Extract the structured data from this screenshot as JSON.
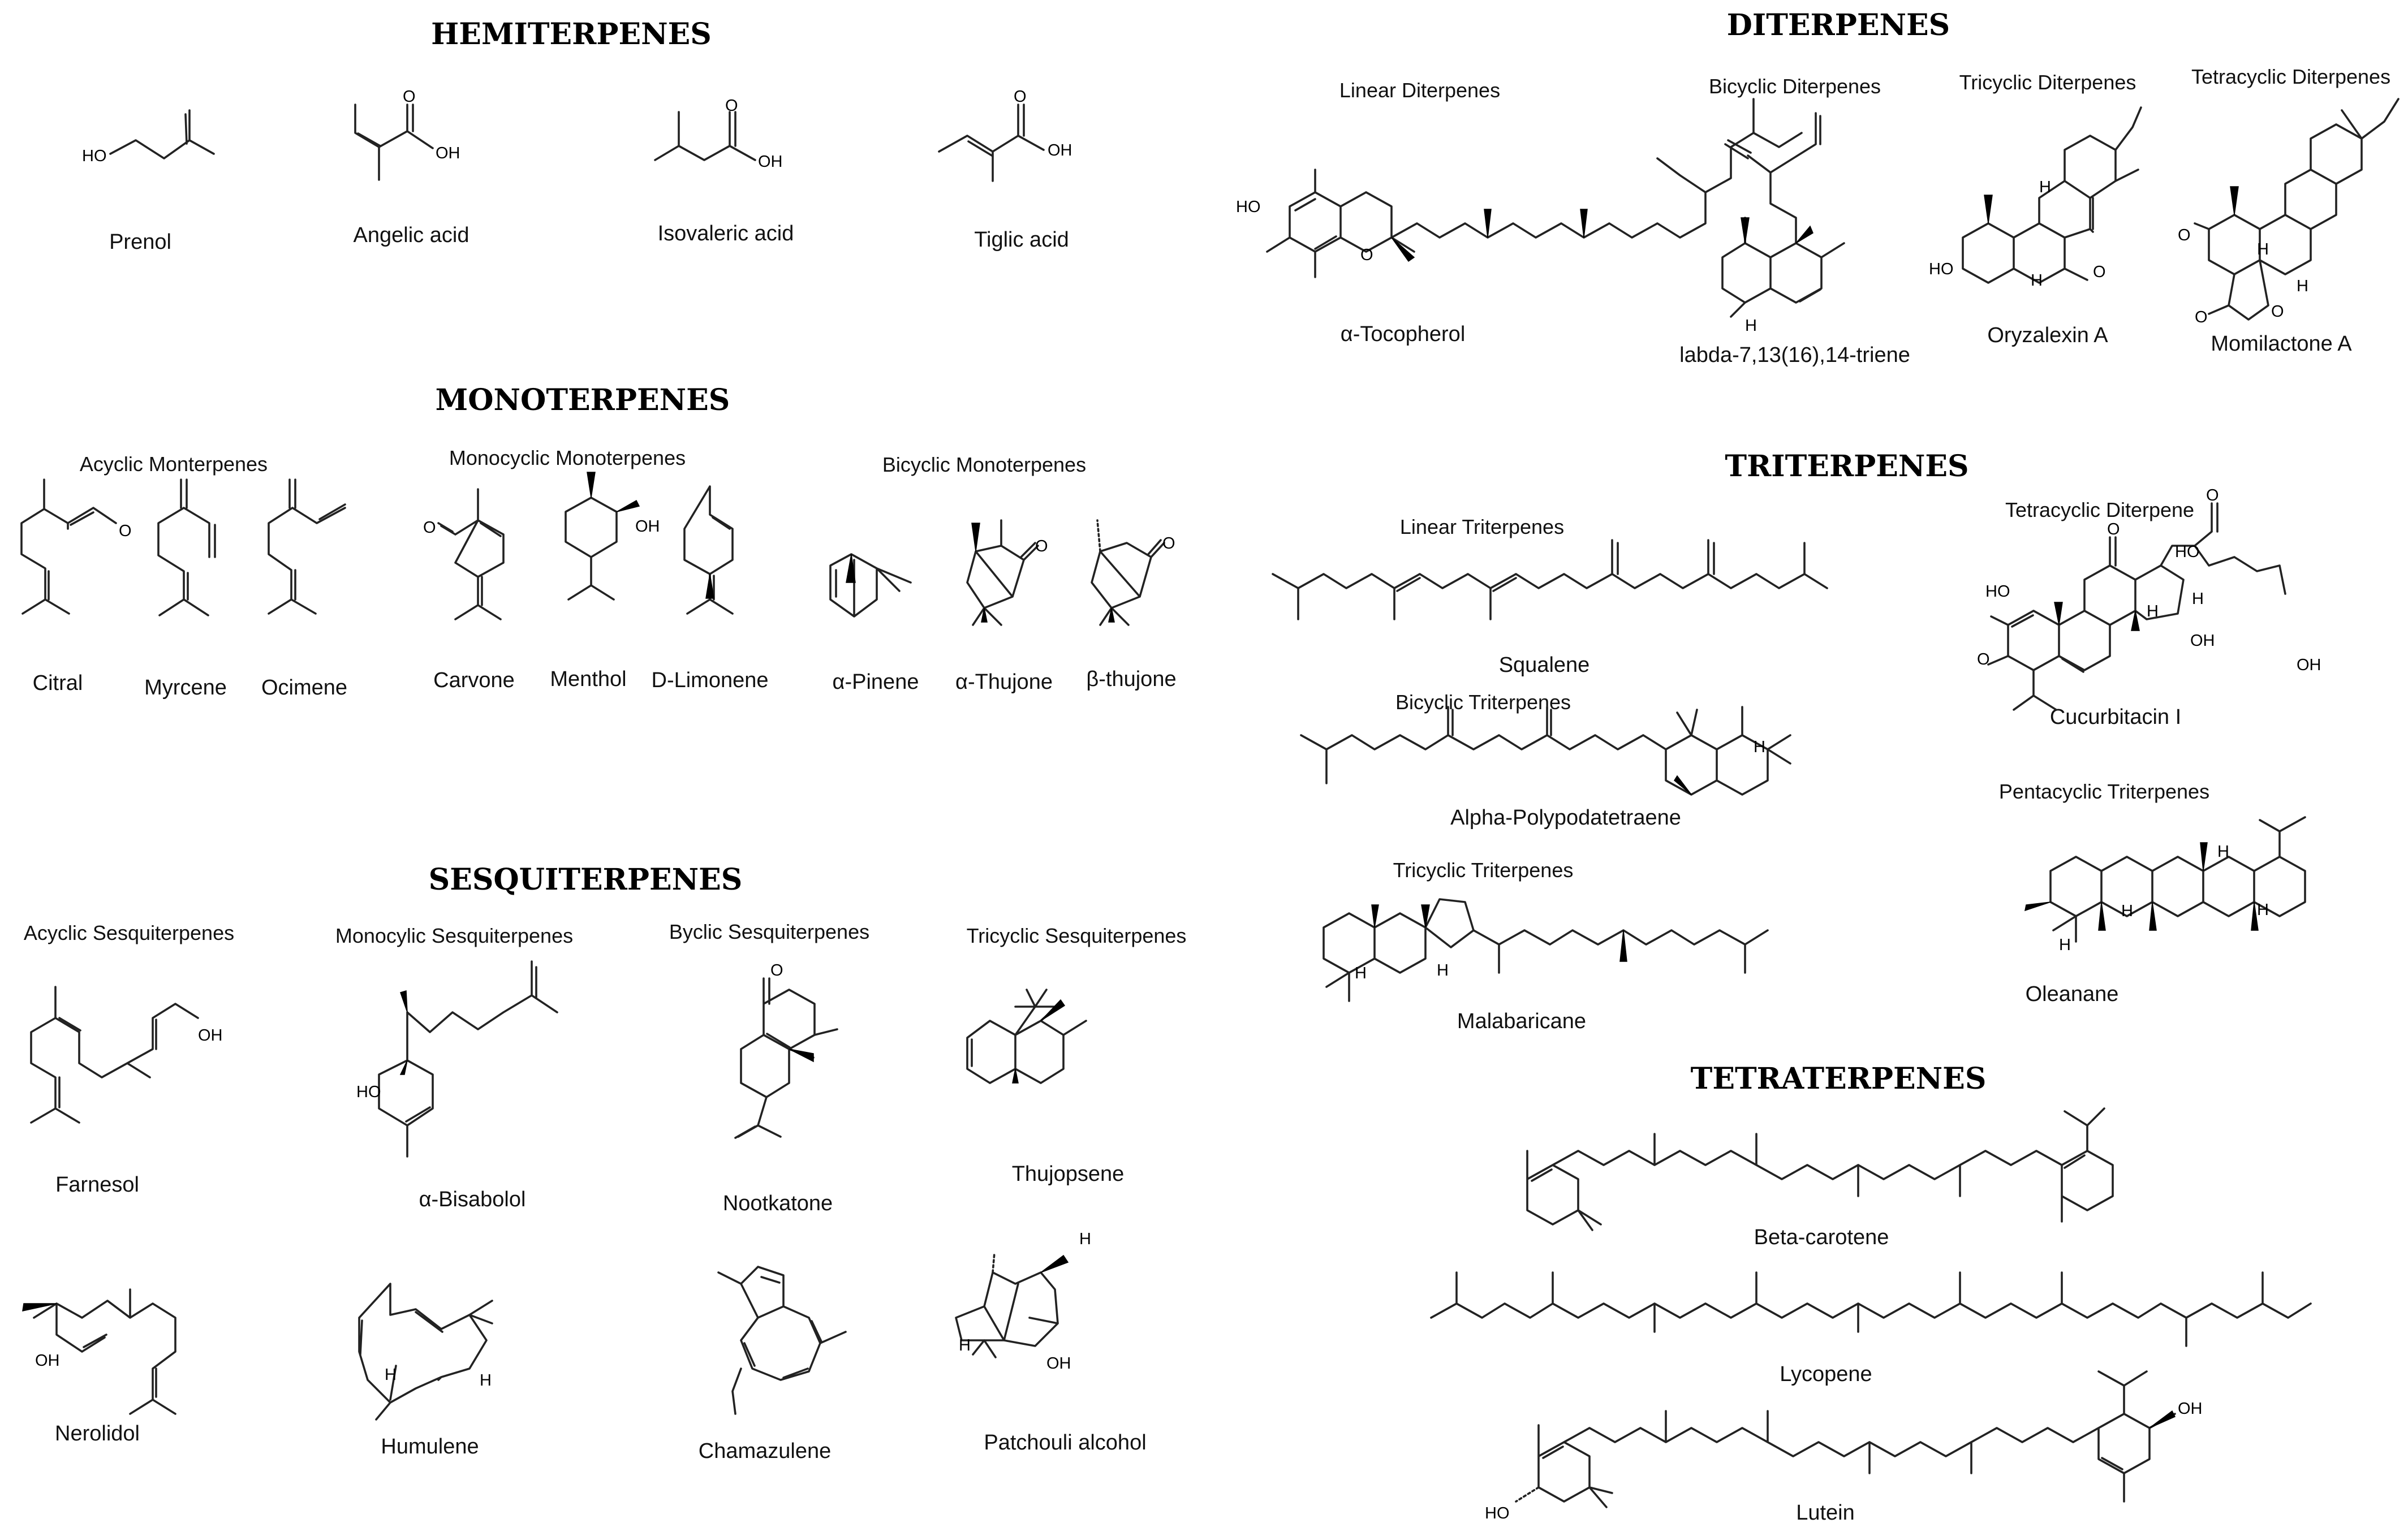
{
  "sections": [
    {
      "key": "hemi",
      "title": "HEMITERPENES",
      "subheadings": [],
      "compounds": [
        "Prenol",
        "Angelic acid",
        "Isovaleric acid",
        "Tiglic acid"
      ]
    },
    {
      "key": "mono",
      "title": "MONOTERPENES",
      "subheadings": [
        "Acyclic Monterpenes",
        "Monocyclic Monoterpenes",
        "Bicyclic Monoterpenes"
      ],
      "compounds": [
        "Citral",
        "Myrcene",
        "Ocimene",
        "Carvone",
        "Menthol",
        "D-Limonene",
        "α-Pinene",
        "α-Thujone",
        "β-thujone"
      ]
    },
    {
      "key": "sesqui",
      "title": "SESQUITERPENES",
      "subheadings": [
        "Acyclic Sesquiterpenes",
        "Monocylic Sesquiterpenes",
        "Byclic Sesquiterpenes",
        "Tricyclic Sesquiterpenes"
      ],
      "compounds": [
        "Farnesol",
        "α-Bisabolol",
        "Nootkatone",
        "Thujopsene",
        "Nerolidol",
        "Humulene",
        "Chamazulene",
        "Patchouli alcohol"
      ]
    },
    {
      "key": "di",
      "title": "DITERPENES",
      "subheadings": [
        "Linear Diterpenes",
        "Bicyclic Diterpenes",
        "Tricyclic Diterpenes",
        "Tetracyclic Diterpenes"
      ],
      "compounds": [
        "α-Tocopherol",
        "labda-7,13(16),14-triene",
        "Oryzalexin A",
        "Momilactone A"
      ]
    },
    {
      "key": "tri",
      "title": "TRITERPENES",
      "subheadings": [
        "Linear Triterpenes",
        "Bicyclic Triterpenes",
        "Tricyclic Triterpenes",
        "Tetracyclic Diterpene",
        "Pentacyclic Triterpenes"
      ],
      "compounds": [
        "Squalene",
        "Alpha-Polypodatetraene",
        "Malabaricane",
        "Cucurbitacin I",
        "Oleanane"
      ]
    },
    {
      "key": "tetra",
      "title": "TETRATERPENES",
      "subheadings": [],
      "compounds": [
        "Beta-carotene",
        "Lycopene",
        "Lutein"
      ]
    }
  ],
  "atom_labels": {
    "OH": "OH",
    "HO": "HO",
    "O": "O",
    "H": "H"
  }
}
